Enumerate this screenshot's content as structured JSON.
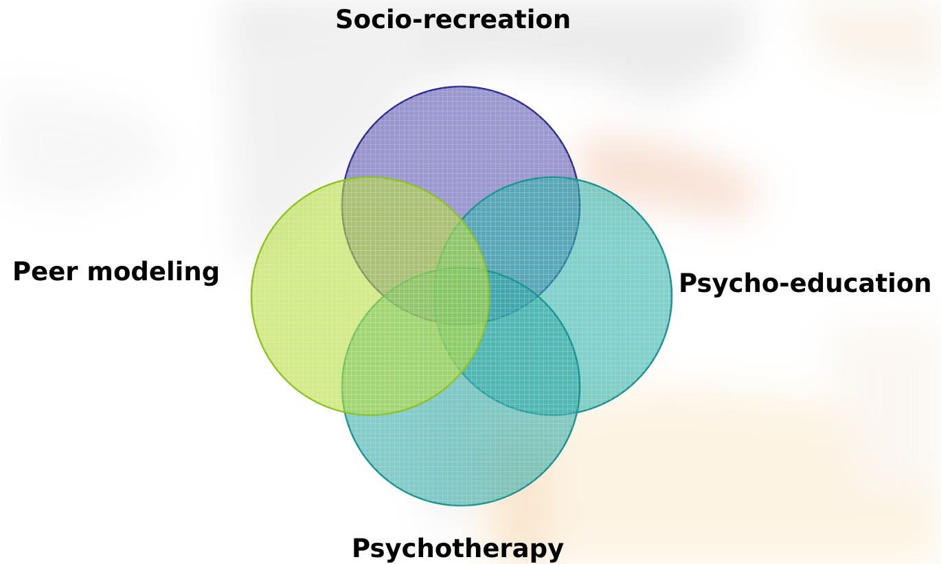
{
  "diagram": {
    "circles": [
      {
        "id": "socio-recreation",
        "label": "Socio-recreation",
        "fill": "#5a55b2",
        "stroke": "#2f2c8f"
      },
      {
        "id": "psycho-education",
        "label": "Psycho-education",
        "fill": "#2fb0a9",
        "stroke": "#17948e"
      },
      {
        "id": "psychotherapy",
        "label": "Psychotherapy",
        "fill": "#34aaa6",
        "stroke": "#17948e"
      },
      {
        "id": "peer-modeling",
        "label": "Peer modeling",
        "fill": "#b5dc3c",
        "stroke": "#8cc21f"
      }
    ]
  }
}
